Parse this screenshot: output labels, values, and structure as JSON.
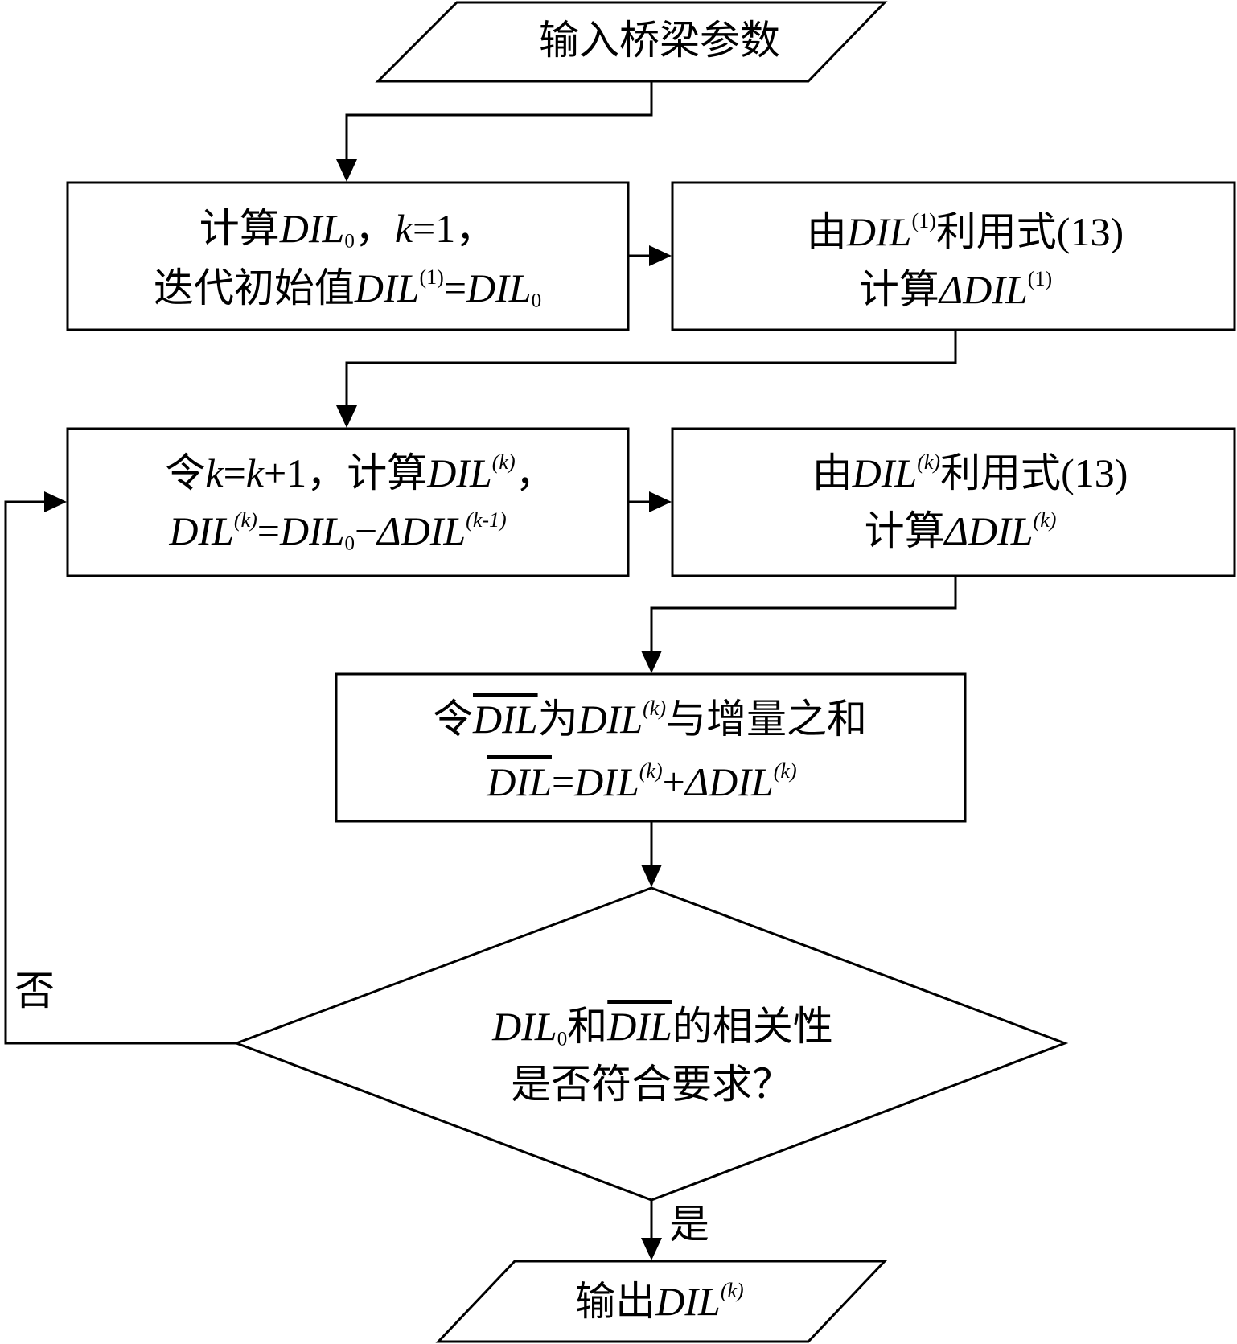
{
  "diagram": {
    "start": {
      "text": "输入桥梁参数"
    },
    "init": {
      "l1_a": "计算",
      "l1_dil": "DIL",
      "l1_sub": "0",
      "l1_sep": "，",
      "l1_k": "k",
      "l1_eq": "=1，",
      "l2_a": "迭代初始值",
      "l2_dil": "DIL",
      "l2_sup": "(1)",
      "l2_eq": "=",
      "l2_dil2": "DIL",
      "l2_sub": "0"
    },
    "delta1": {
      "l1_a": "由",
      "l1_dil": "DIL",
      "l1_sup": "(1)",
      "l1_b": "利用式",
      "l1_ref": "(13)",
      "l2_a": "计算",
      "l2_dil": "ΔDIL",
      "l2_sup": "(1)"
    },
    "iter": {
      "l1_a": "令",
      "l1_k1": "k",
      "l1_eq": "=",
      "l1_k2": "k",
      "l1_plus": "+1，",
      "l1_b": "计算",
      "l1_dil": "DIL",
      "l1_sup": "(k)",
      "l1_c": "，",
      "l2_dil": "DIL",
      "l2_sup": "(k)",
      "l2_eq": "=",
      "l2_dil2": "DIL",
      "l2_sub": "0",
      "l2_minus": "−",
      "l2_dil3": "ΔDIL",
      "l2_sup2": "(k-1)"
    },
    "deltak": {
      "l1_a": "由",
      "l1_dil": "DIL",
      "l1_sup": "(k)",
      "l1_b": "利用式",
      "l1_ref": "(13)",
      "l2_a": "计算",
      "l2_dil": "ΔDIL",
      "l2_sup": "(k)"
    },
    "sum": {
      "l1_a": "令",
      "l1_bar": "DIL",
      "l1_b": "为",
      "l1_dil": "DIL",
      "l1_sup": "(k)",
      "l1_c": "与增量之和",
      "l2_bar": "DIL",
      "l2_eq": "=",
      "l2_dil": "DIL",
      "l2_sup": "(k)",
      "l2_plus": "+",
      "l2_dil2": "ΔDIL",
      "l2_sup2": "(k)"
    },
    "decision": {
      "l1_dil": "DIL",
      "l1_sub": "0",
      "l1_a": "和",
      "l1_bar": "DIL",
      "l1_b": "的相关性",
      "l2": "是否符合要求？"
    },
    "labels": {
      "no": "否",
      "yes": "是"
    },
    "output": {
      "a": "输出",
      "dil": "DIL",
      "sup": "(k)"
    }
  }
}
